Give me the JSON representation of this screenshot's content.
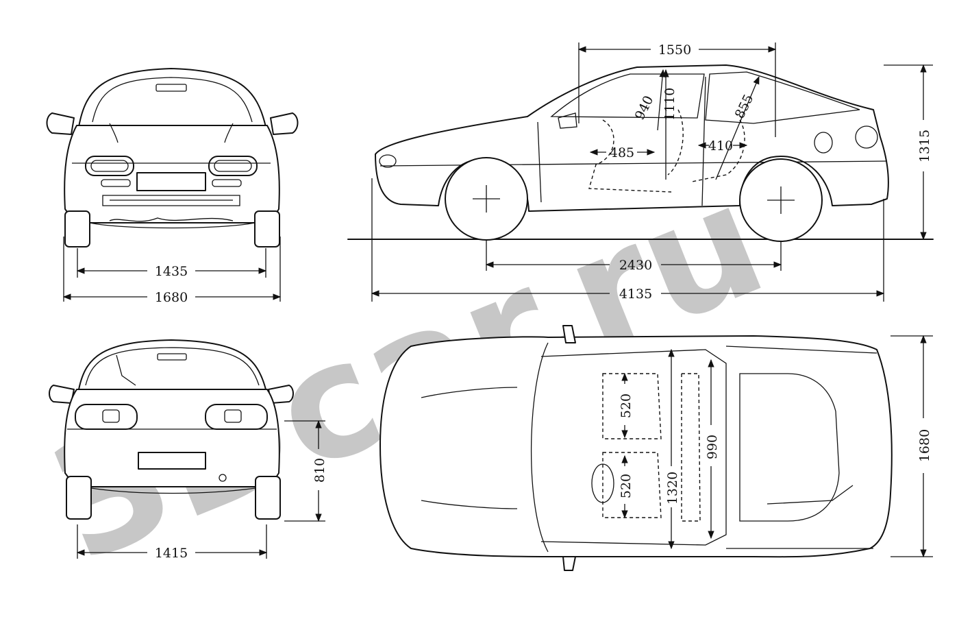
{
  "watermark": "3Dcar.ru",
  "views": {
    "front": {
      "dimensions": [
        {
          "id": "front-track",
          "label": "1435"
        },
        {
          "id": "front-width",
          "label": "1680"
        }
      ]
    },
    "rear": {
      "dimensions": [
        {
          "id": "rear-track",
          "label": "1415"
        },
        {
          "id": "rear-sill-height",
          "label": "810"
        }
      ]
    },
    "side": {
      "dimensions": [
        {
          "id": "interior-length",
          "label": "1550"
        },
        {
          "id": "front-headroom",
          "label": "940"
        },
        {
          "id": "front-seat-height",
          "label": "1110"
        },
        {
          "id": "rear-headroom",
          "label": "855"
        },
        {
          "id": "front-legroom",
          "label": "485"
        },
        {
          "id": "rear-legroom",
          "label": "410"
        },
        {
          "id": "height",
          "label": "1315"
        },
        {
          "id": "wheelbase",
          "label": "2430"
        },
        {
          "id": "length",
          "label": "4135"
        }
      ]
    },
    "top": {
      "dimensions": [
        {
          "id": "front-seat-width",
          "label": "520"
        },
        {
          "id": "rear-seat-width",
          "label": "520"
        },
        {
          "id": "shoulder-width",
          "label": "1320"
        },
        {
          "id": "cabin-width",
          "label": "990"
        },
        {
          "id": "overall-width",
          "label": "1680"
        }
      ]
    }
  }
}
